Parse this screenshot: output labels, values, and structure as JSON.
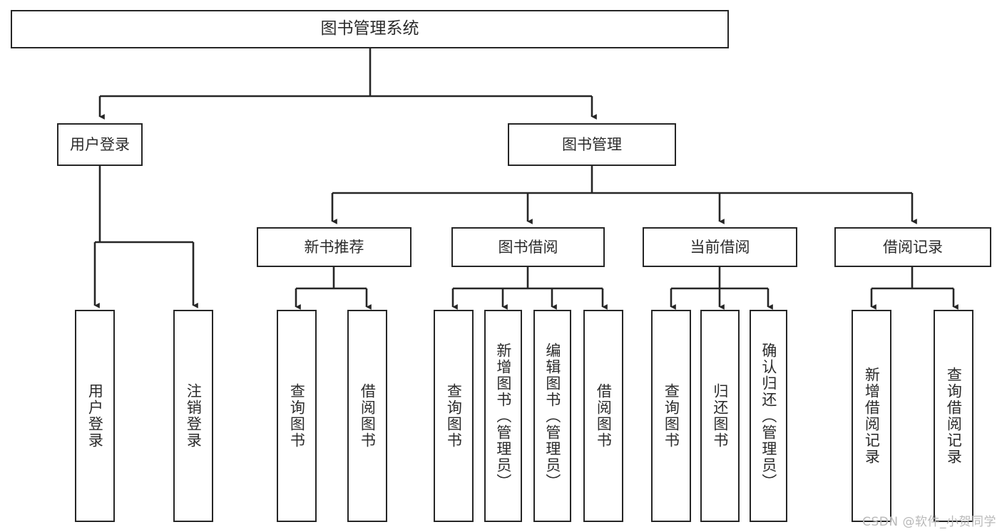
{
  "diagram": {
    "title": "图书管理系统",
    "type": "hierarchy-tree",
    "background_color": "#ffffff",
    "line_color": "#262626",
    "text_color": "#2b2b2b",
    "watermark": "CSDN @软件_小贺同学"
  },
  "nodes": {
    "root": {
      "label": "图书管理系统"
    },
    "level2": [
      {
        "id": "user-login",
        "label": "用户登录"
      },
      {
        "id": "book-manage",
        "label": "图书管理"
      }
    ],
    "level3": [
      {
        "id": "new-book-recommend",
        "label": "新书推荐"
      },
      {
        "id": "book-borrow",
        "label": "图书借阅"
      },
      {
        "id": "current-borrow",
        "label": "当前借阅"
      },
      {
        "id": "borrow-record",
        "label": "借阅记录"
      }
    ],
    "leaves": [
      {
        "id": "leaf-user-login",
        "label": "用户登录",
        "parent": "user-login"
      },
      {
        "id": "leaf-logout",
        "label": "注销登录",
        "parent": "user-login"
      },
      {
        "id": "leaf-query-book-1",
        "label": "查询图书",
        "parent": "new-book-recommend"
      },
      {
        "id": "leaf-borrow-book-1",
        "label": "借阅图书",
        "parent": "new-book-recommend"
      },
      {
        "id": "leaf-query-book-2",
        "label": "查询图书",
        "parent": "book-borrow"
      },
      {
        "id": "leaf-add-book",
        "label": "新增图书（管理员）",
        "parent": "book-borrow"
      },
      {
        "id": "leaf-edit-book",
        "label": "编辑图书（管理员）",
        "parent": "book-borrow"
      },
      {
        "id": "leaf-borrow-book-2",
        "label": "借阅图书",
        "parent": "book-borrow"
      },
      {
        "id": "leaf-query-book-3",
        "label": "查询图书",
        "parent": "current-borrow"
      },
      {
        "id": "leaf-return-book",
        "label": "归还图书",
        "parent": "current-borrow"
      },
      {
        "id": "leaf-confirm-return",
        "label": "确认归还（管理员）",
        "parent": "current-borrow"
      },
      {
        "id": "leaf-add-record",
        "label": "新增借阅记录",
        "parent": "borrow-record"
      },
      {
        "id": "leaf-query-record",
        "label": "查询借阅记录",
        "parent": "borrow-record"
      }
    ]
  }
}
